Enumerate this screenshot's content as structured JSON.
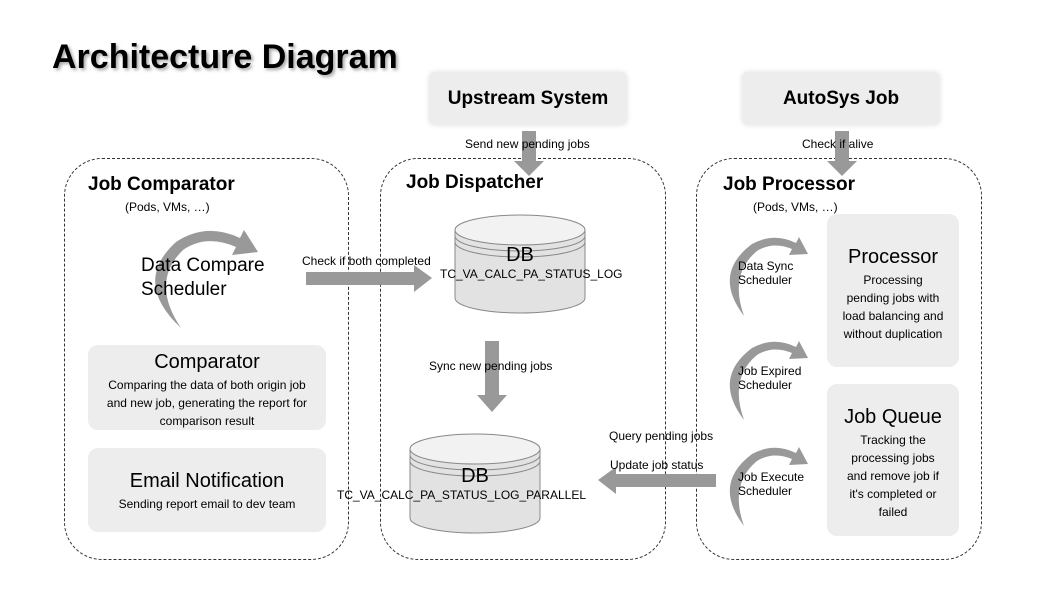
{
  "title": "Architecture Diagram",
  "upstream": {
    "label": "Upstream System"
  },
  "autosys": {
    "label": "AutoSys Job"
  },
  "labels": {
    "send_pending": "Send new pending jobs",
    "check_alive": "Check if alive",
    "check_completed": "Check if both completed",
    "sync_pending": "Sync new pending jobs",
    "query_pending": "Query pending jobs",
    "update_status": "Update job status"
  },
  "comparator_group": {
    "title": "Job Comparator",
    "subtitle": "(Pods, VMs, …)",
    "scheduler_line1": "Data Compare",
    "scheduler_line2": "Scheduler",
    "comparator": {
      "title": "Comparator",
      "desc_1": "Comparing the data of both origin job",
      "desc_2": "and new job, generating the report for",
      "desc_3": "comparison result"
    },
    "email": {
      "title": "Email Notification",
      "desc": "Sending report email to dev team"
    }
  },
  "dispatcher_group": {
    "title": "Job Dispatcher",
    "db1": {
      "title": "DB",
      "name": "TC_VA_CALC_PA_STATUS_LOG"
    },
    "db2": {
      "title": "DB",
      "name": "TC_VA_CALC_PA_STATUS_LOG_PARALLEL"
    }
  },
  "processor_group": {
    "title": "Job Processor",
    "subtitle": "(Pods, VMs, …)",
    "sched1_l1": "Data Sync",
    "sched1_l2": "Scheduler",
    "sched2_l1": "Job Expired",
    "sched2_l2": "Scheduler",
    "sched3_l1": "Job Execute",
    "sched3_l2": "Scheduler",
    "processor": {
      "title": "Processor",
      "d1": "Processing",
      "d2": "pending jobs with",
      "d3": "load balancing and",
      "d4": "without duplication"
    },
    "queue": {
      "title": "Job Queue",
      "d1": "Tracking the",
      "d2": "processing jobs",
      "d3": "and remove job if",
      "d4": "it's completed or",
      "d5": "failed"
    }
  },
  "colors": {
    "arrow": "#999999",
    "box": "#ededed",
    "border": "#333333"
  }
}
